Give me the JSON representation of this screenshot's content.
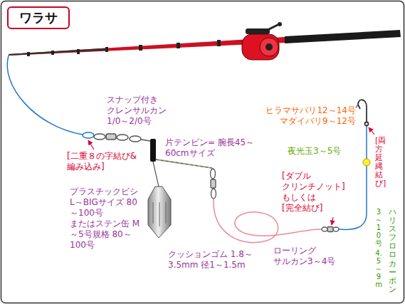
{
  "diagram": {
    "title": "ワラサ",
    "labels": [
      "スナップ付き クレンサルカン 1/0～2/0号",
      "[二重８の字結び& 編み込み]",
      "片テンビン= 腕長45～60cmサイズ",
      "プラスチックビシ L～BIGサイズ 80～100号 またはステン缶 M～5号規格 80～100号",
      "クッションゴム 1.8～3.5mm 径1～1.5m",
      "ローリング サルカン3～4号",
      "[ダブル クリンチノット] もしくは [完全結び]",
      "ヒラマサバリ12～14号 マダイバリ9～12号",
      "夜光玉3～5号",
      "[両方延縄結び]",
      "ハリスフロロカーボン",
      "3～10号",
      "4.5～9m"
    ]
  }
}
